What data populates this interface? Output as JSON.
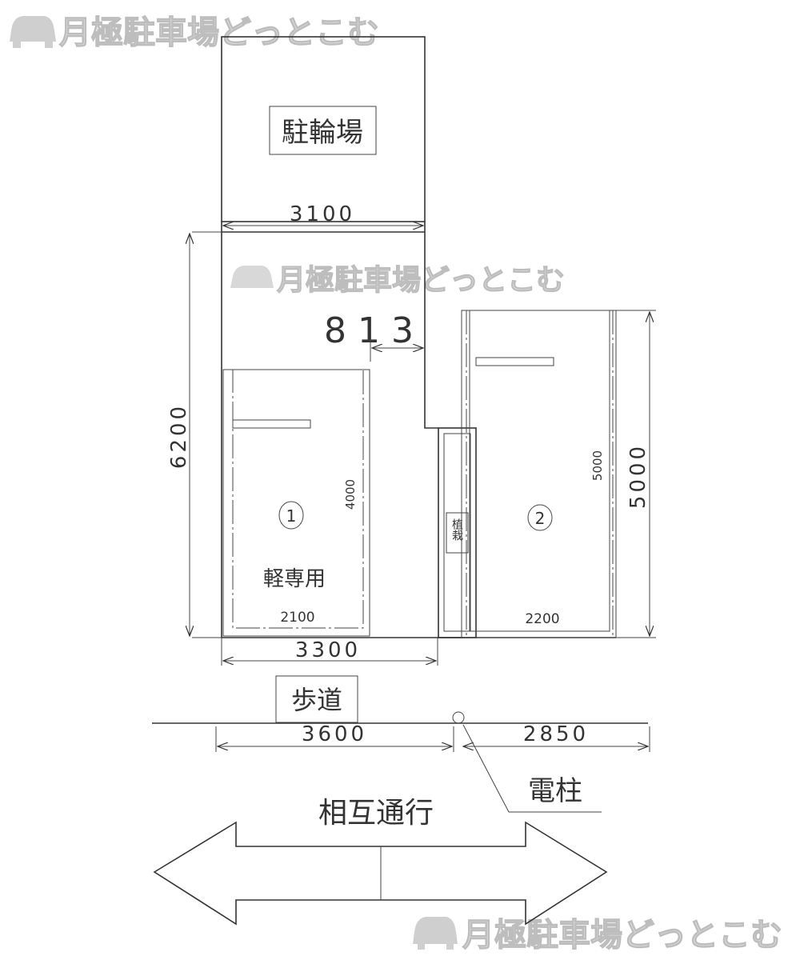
{
  "watermark": "月極駐車場どっとこむ",
  "bicycle_parking": {
    "label": "駐輪場",
    "width": "3100"
  },
  "dimensions": {
    "left_depth": "6200",
    "gap": "813",
    "space2_depth": "5000",
    "front_width": "3300",
    "sidewalk_left": "3600",
    "sidewalk_right": "2850"
  },
  "space1": {
    "number": "1",
    "length": "4000",
    "note": "軽専用",
    "width": "2100"
  },
  "space2": {
    "number": "2",
    "length": "5000",
    "width": "2200"
  },
  "planting": "植栽",
  "sidewalk": "歩道",
  "utility_pole": "電柱",
  "road": "相互通行"
}
